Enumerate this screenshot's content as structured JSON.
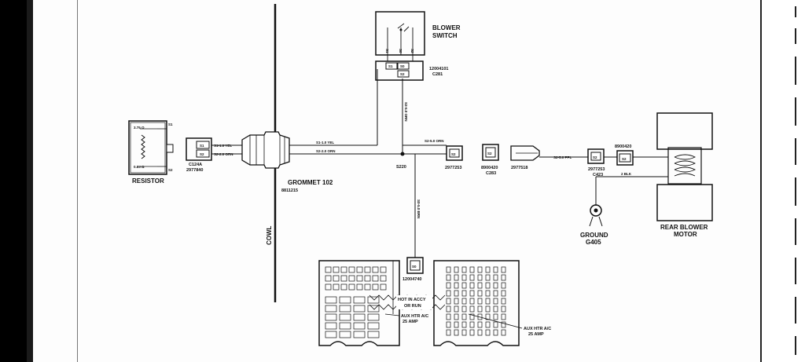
{
  "components": {
    "blower_switch": "BLOWER\nSWITCH",
    "switch_pins": [
      "S1",
      "S0",
      "S2"
    ],
    "connector_top_pins": [
      "S1",
      "S0",
      "S2"
    ],
    "connector_top_part": "12004101",
    "connector_top_id": "C281",
    "resistor": "RESISTOR",
    "resistor_values": [
      "3.75 Ω",
      "0.85 Ω"
    ],
    "resistor_pins": [
      "S1",
      "S2"
    ],
    "connector_c124a_pins": [
      "S1",
      "S2"
    ],
    "connector_c124a_id": "C124A",
    "connector_c124a_part": "2977840",
    "grommet": "GROMMET 102",
    "grommet_part": "8811215",
    "cowl": "COWL",
    "splice": "S220",
    "connector_2977253": "2977253",
    "connector_c283_part": "8900420",
    "connector_c283_id": "C283",
    "connector_2977518": "2977518",
    "connector_c423_part": "2977253",
    "connector_c423_id": "C423",
    "motor_connector_part": "8900420",
    "motor_pin": "S2",
    "ground": "GROUND",
    "ground_id": "G405",
    "rear_blower_motor": "REAR BLOWER\nMOTOR",
    "fuse_connector_pin": "S0",
    "fuse_connector_part": "12004740",
    "hot_label": "HOT IN ACCY\nOR RUN",
    "aux_fuse_left": "AUX HTR A/C\n25 AMP",
    "aux_fuse_right": "AUX HTR A/C\n25 AMP"
  },
  "wires": {
    "s1_yel_left": "S1-1.0 YEL",
    "s2_orn_left": "S2-2.0 ORN",
    "s1_yel_right": "S1-1.0 YEL",
    "s2_orn_right": "S2-2.0 ORN",
    "vertical_orn": "S2-5.0 ORN",
    "branch_orn": "S2-5.0 ORN",
    "ppl": "S2-5.0 PPL",
    "blk": "2 BLK",
    "brn": "S0-5.0 BRN"
  }
}
